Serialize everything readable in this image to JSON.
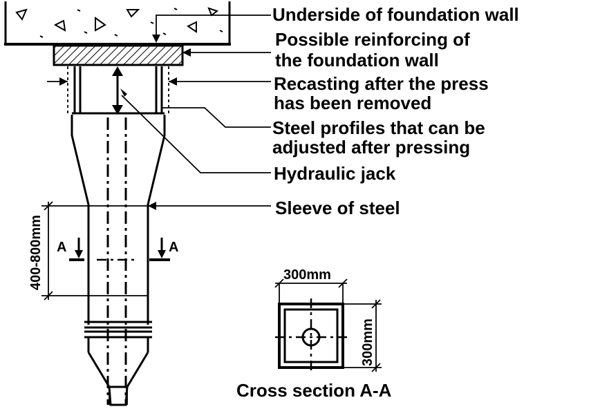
{
  "callouts": {
    "underside": "Underside of foundation wall",
    "reinforcing_line1": "Possible reinforcing of",
    "reinforcing_line2": "the foundation wall",
    "recasting_line1": "Recasting after the press",
    "recasting_line2": "has been removed",
    "steel_profiles_line1": "Steel profiles that can be",
    "steel_profiles_line2": "adjusted after pressing",
    "hydraulic_jack": "Hydraulic jack",
    "sleeve": "Sleeve of steel"
  },
  "dimensions": {
    "sleeve_length": "400-800mm",
    "section_width": "300mm",
    "section_height": "300mm"
  },
  "section_markers": {
    "left": "A",
    "right": "A"
  },
  "cross_section": {
    "caption": "Cross section A-A"
  }
}
